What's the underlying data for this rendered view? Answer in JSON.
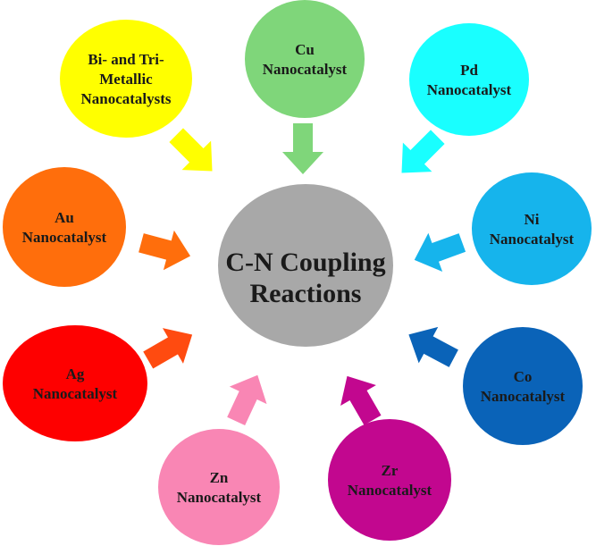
{
  "center": {
    "lines": [
      "C-N Coupling",
      "Reactions"
    ],
    "color": "#a8a8a8"
  },
  "nodes": [
    {
      "id": "cu",
      "lines": [
        "Cu",
        "Nanocatalyst"
      ],
      "color": "#7fd67a",
      "arrow_color": "#7fd67a"
    },
    {
      "id": "pd",
      "lines": [
        "Pd",
        "Nanocatalyst"
      ],
      "color": "#19ffff",
      "arrow_color": "#19ffff"
    },
    {
      "id": "ni",
      "lines": [
        "Ni",
        "Nanocatalyst"
      ],
      "color": "#16b4ec",
      "arrow_color": "#16b4ec"
    },
    {
      "id": "co",
      "lines": [
        "Co",
        "Nanocatalyst"
      ],
      "color": "#0a63b8",
      "arrow_color": "#0a63b8"
    },
    {
      "id": "zr",
      "lines": [
        "Zr",
        "Nanocatalyst"
      ],
      "color": "#c2078f",
      "arrow_color": "#c2078f"
    },
    {
      "id": "zn",
      "lines": [
        "Zn",
        "Nanocatalyst"
      ],
      "color": "#f986b4",
      "arrow_color": "#f986b4"
    },
    {
      "id": "ag",
      "lines": [
        "Ag",
        "Nanocatalyst"
      ],
      "color": "#fe0000",
      "arrow_color": "#ff4b10"
    },
    {
      "id": "au",
      "lines": [
        "Au",
        "Nanocatalyst"
      ],
      "color": "#ff6e0c",
      "arrow_color": "#ff6e0c"
    },
    {
      "id": "bitri",
      "lines": [
        "Bi- and Tri-",
        "Metallic",
        "Nanocatalysts"
      ],
      "color": "#ffff00",
      "arrow_color": "#ffff00"
    }
  ]
}
